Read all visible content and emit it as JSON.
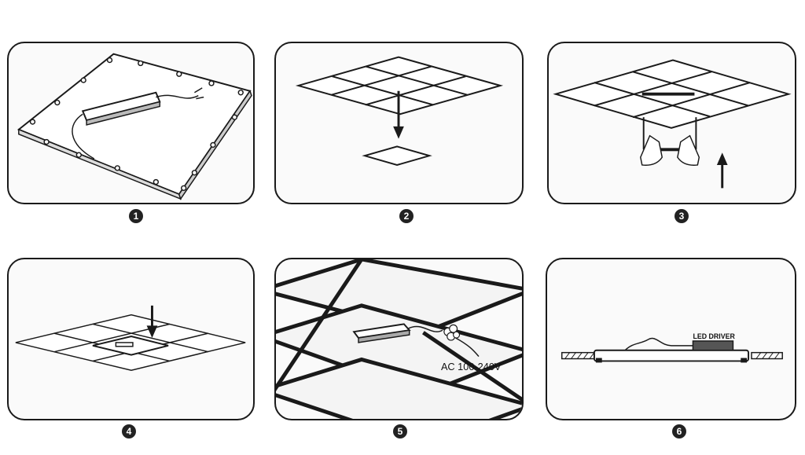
{
  "steps": [
    {
      "number": "1"
    },
    {
      "number": "2"
    },
    {
      "number": "3"
    },
    {
      "number": "4"
    },
    {
      "number": "5"
    },
    {
      "number": "6"
    }
  ],
  "labels": {
    "ac_voltage": "AC 100-240V",
    "led_driver": "LED DRIVER"
  },
  "colors": {
    "line": "#1a1a1a",
    "panel_fill": "#fafafa",
    "tile_fill": "#ffffff",
    "driver_fill": "#555555",
    "badge_fill": "#222222"
  }
}
